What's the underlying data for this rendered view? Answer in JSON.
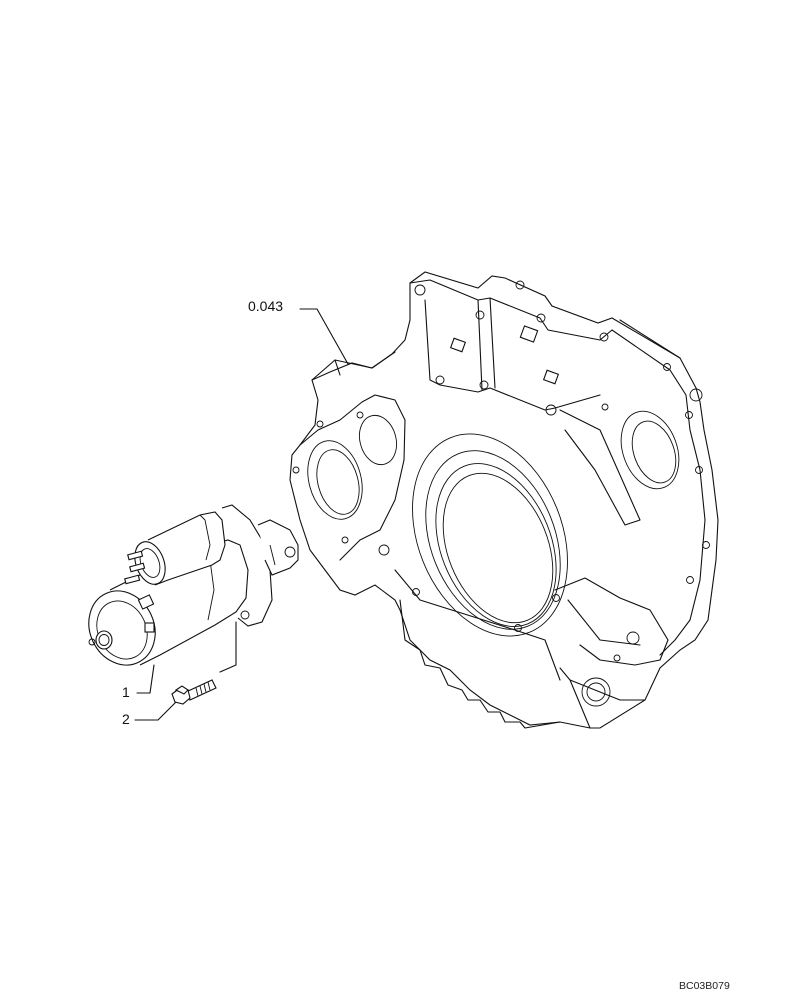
{
  "diagram": {
    "type": "exploded parts diagram",
    "figure_code": "BC03B079",
    "callouts": [
      {
        "id": "callout-0043",
        "label": "0.043",
        "part": "flywheel housing"
      },
      {
        "id": "callout-1",
        "label": "1",
        "part": "starter motor"
      },
      {
        "id": "callout-2",
        "label": "2",
        "part": "bolt"
      }
    ]
  },
  "colors": {
    "line": "#111111",
    "background": "#ffffff"
  }
}
